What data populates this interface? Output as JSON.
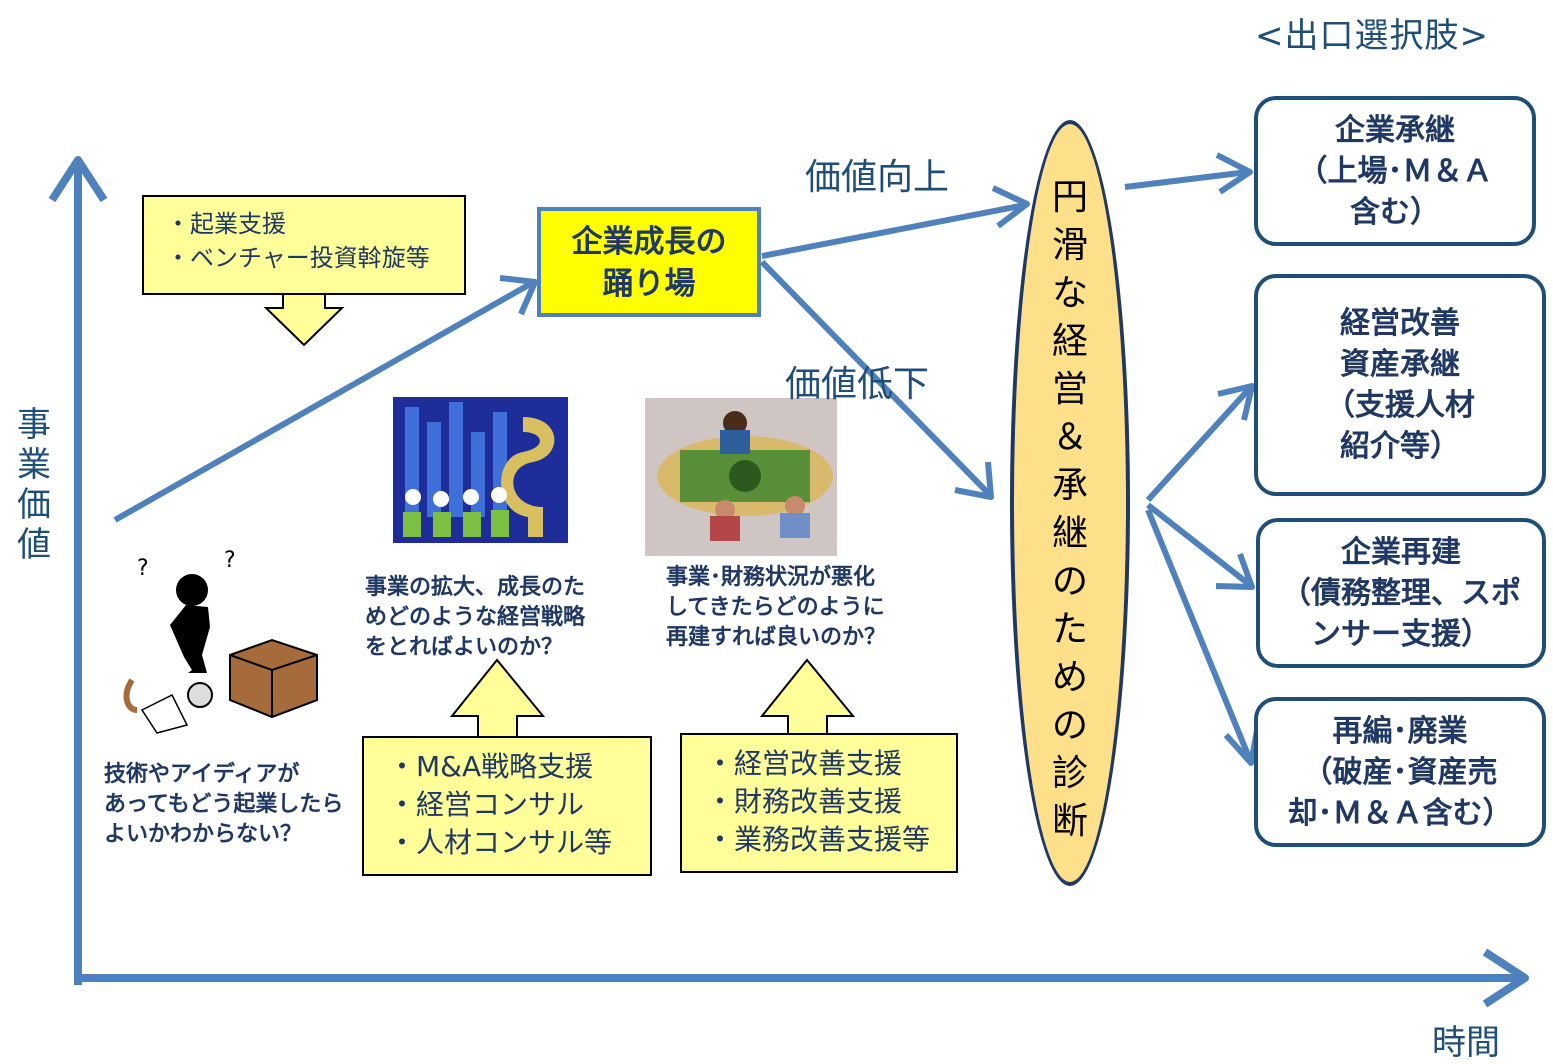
{
  "header": {
    "title": "<出口選択肢>"
  },
  "axes": {
    "y_label": "事業価値",
    "x_label": "時間"
  },
  "labels": {
    "value_up": "価値向上",
    "value_down": "価値低下"
  },
  "startup_support": {
    "lines": [
      "・起業支援",
      "・ベンチャー投資斡旋等"
    ]
  },
  "growth_box": {
    "line1": "企業成長の",
    "line2": "踊り場"
  },
  "questions": {
    "startup": [
      "技術やアイディアが",
      "あってもどう起業したら",
      "よいかわからない？"
    ],
    "growth": [
      "事業の拡大、成長のた",
      "めどのような経営戦略",
      "をとればよいのか？"
    ],
    "decline": [
      "事業･財務状況が悪化",
      "してきたらどのように",
      "再建すれば良いのか？"
    ]
  },
  "growth_support": {
    "lines": [
      "・M&A戦略支援",
      "・経営コンサル",
      "・人材コンサル等"
    ]
  },
  "decline_support": {
    "lines": [
      "・経営改善支援",
      "・財務改善支援",
      "・業務改善支援等"
    ]
  },
  "diagnosis": {
    "text": "円滑な経営＆承継のための診断"
  },
  "exits": [
    {
      "lines": [
        "企業承継",
        "（上場･Ｍ＆Ａ",
        "含む）"
      ]
    },
    {
      "lines": [
        "経営改善",
        "資産承継",
        "（支援人材",
        "紹介等）"
      ]
    },
    {
      "lines": [
        "企業再建",
        "（債務整理、スポ",
        "ンサー支援）"
      ]
    },
    {
      "lines": [
        "再編･廃業",
        "（破産･資産売",
        "却･Ｍ＆Ａ含む）"
      ]
    }
  ],
  "colors": {
    "arrow": "#4f81bd",
    "text": "#1f3864",
    "support_fill": "#ffff99",
    "growth_fill": "#ffff00",
    "oval_fill": "#ffe08a"
  }
}
